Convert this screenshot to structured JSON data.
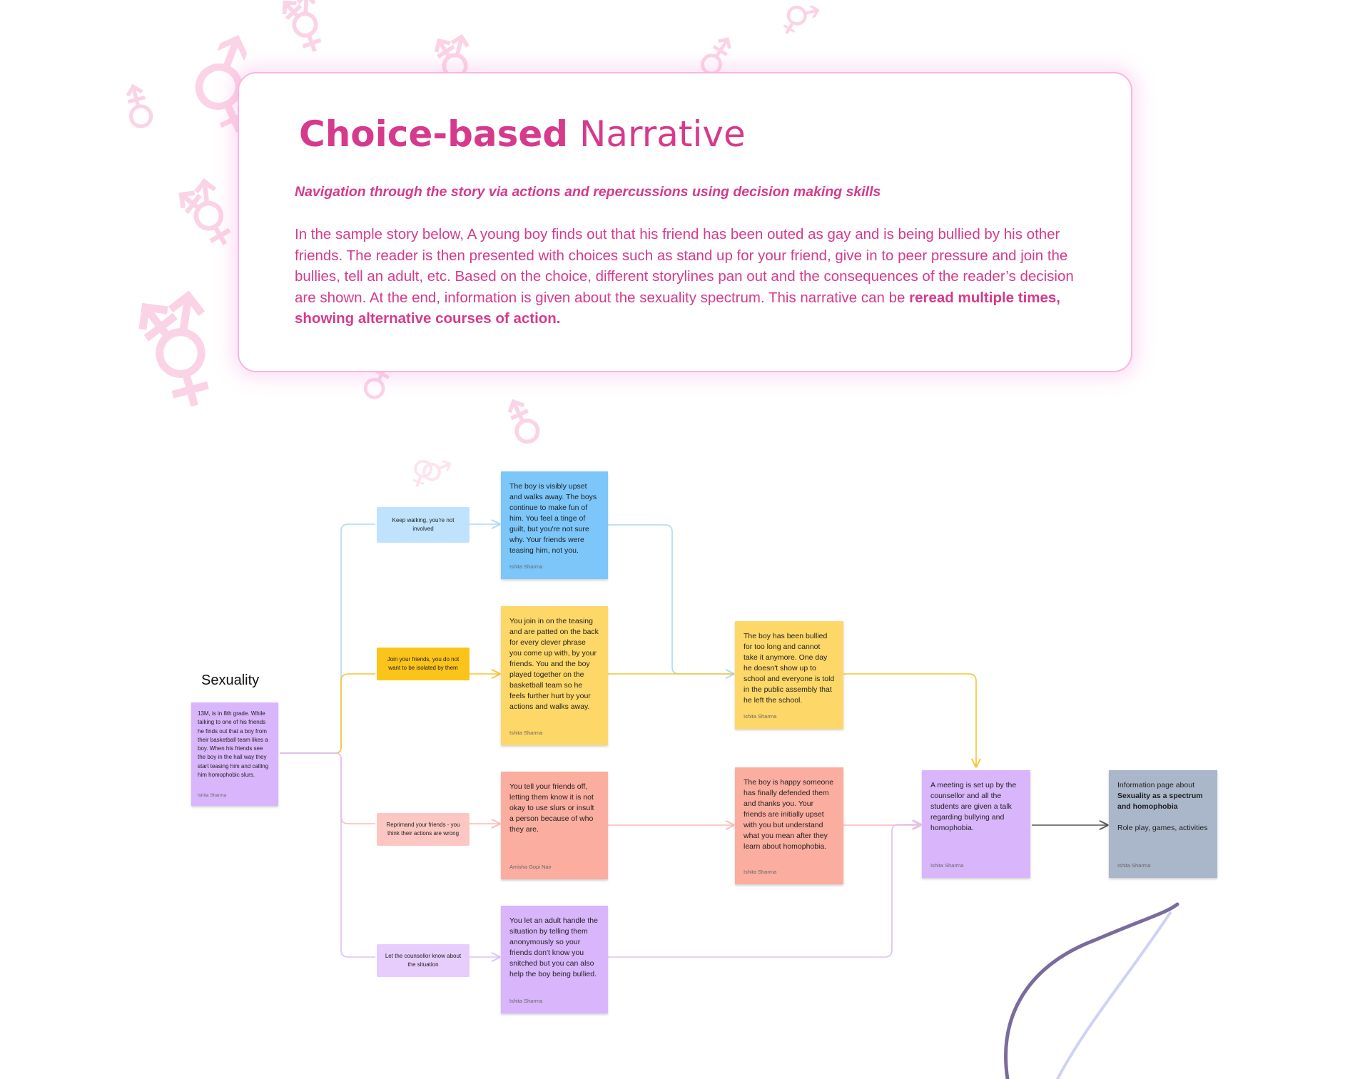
{
  "header": {
    "title_bold": "Choice-based",
    "title_light": " Narrative",
    "subtitle": "Navigation through the story via actions and repercussions using decision making skills",
    "description": "In the sample story below, A young boy finds out that his friend has been outed as gay and is being bullied by his other friends. The reader is then presented with choices such as stand up for your friend, give in to peer pressure and join the bullies, tell an adult, etc. Based on the choice, different storylines pan out and the consequences of the reader’s decision are shown. At the end, information is given about the sexuality spectrum. This narrative can be ",
    "description_bold": "reread multiple times, showing alternative courses of action."
  },
  "decorations": {
    "icon": "gender-symbol-icon",
    "color": "#fbd3e6"
  },
  "flow": {
    "root": {
      "label": "Sexuality",
      "text": "13M, is in 8th grade. While talking to one of his friends he finds out that a boy from their basketball team likes a boy. When his friends see the boy in the hall way they start teasing him and calling him homophobic slurs.",
      "author": "Ishita Sharma",
      "color": "#d9b6fb"
    },
    "choices": [
      {
        "text": "Keep walking, you're not involved",
        "color": "#bfe3fd"
      },
      {
        "text": "Join your friends, you do not want to be isolated by them",
        "color": "#fbc41b"
      },
      {
        "text": "Reprimand your friends - you think their actions are wrong",
        "color": "#fcc7c2"
      },
      {
        "text": "Let the counsellor know about the situation",
        "color": "#e6cdfc"
      }
    ],
    "outcomes": [
      {
        "text": "The boy is visibly upset and walks away. The boys continue to make fun of him. You feel a tinge of guilt, but you're not sure why. Your friends were teasing him, not you.",
        "author": "Ishita Sharma",
        "color": "#7cc6fa"
      },
      {
        "text": "You join in on the teasing and are patted on the back for every clever phrase you come up with, by your friends. You and the boy played together on the basketball team so he feels further hurt by your actions and walks away.",
        "author": "Ishita Sharma",
        "color": "#fdd868"
      },
      {
        "text": "You tell your friends off, letting them know it is not okay to use slurs or insult a person because of who they are.",
        "author": "Amisha Gopi Nair",
        "color": "#fbaea0"
      },
      {
        "text": "You let an adult handle the situation by telling them anonymously so your friends don't know you snitched but you can also help the boy being bullied.",
        "author": "Ishita Sharma",
        "color": "#d9b6fb"
      }
    ],
    "consequences": [
      {
        "text": "The boy has been bullied for too long and cannot take it anymore. One day he doesn't show up to school and everyone is told in the public assembly that he left the school.",
        "author": "Ishita Sharma",
        "color": "#fdd868"
      },
      {
        "text": "The boy is happy someone has finally defended them and thanks you. Your friends are initially upset with you but understand what you mean after they learn about homophobia.",
        "author": "Ishita Sharma",
        "color": "#fbaea0"
      }
    ],
    "meeting": {
      "text": "A meeting is set up by the counsellor and all the students are given a talk regarding bullying and homophobia.",
      "author": "Ishita Sharma",
      "color": "#d9b6fb"
    },
    "info": {
      "text_before": "Information page about ",
      "text_bold": "Sexuality as a spectrum and homophobia",
      "text_after": "Role play, games, activities",
      "author": "Ishita Sharma",
      "color": "#aab6c9"
    },
    "line_colors": {
      "blue": "#aed8f7",
      "yellow": "#f5c431",
      "pink": "#f8bcb6",
      "purple": "#dcc0f5",
      "dark": "#555555"
    }
  }
}
